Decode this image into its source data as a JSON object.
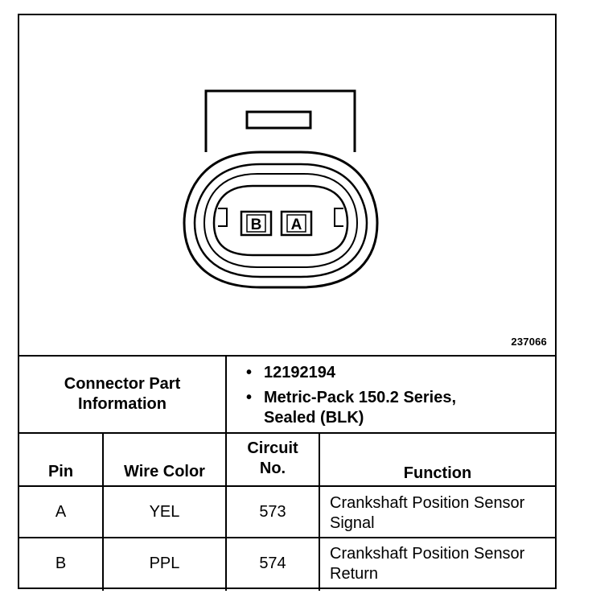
{
  "figure": {
    "id": "237066",
    "cavity_labels": [
      "B",
      "A"
    ]
  },
  "connector_info": {
    "heading": "Connector Part Information",
    "items": [
      "12192194",
      "Metric-Pack 150.2 Series, Sealed (BLK)"
    ]
  },
  "table": {
    "headers": {
      "pin": "Pin",
      "wire_color": "Wire Color",
      "circuit": "Circuit No.",
      "function": "Function"
    },
    "rows": [
      {
        "pin": "A",
        "wire_color": "YEL",
        "circuit": "573",
        "function": "Crankshaft Position Sensor Signal"
      },
      {
        "pin": "B",
        "wire_color": "PPL",
        "circuit": "574",
        "function": "Crankshaft Position Sensor Return"
      }
    ]
  }
}
